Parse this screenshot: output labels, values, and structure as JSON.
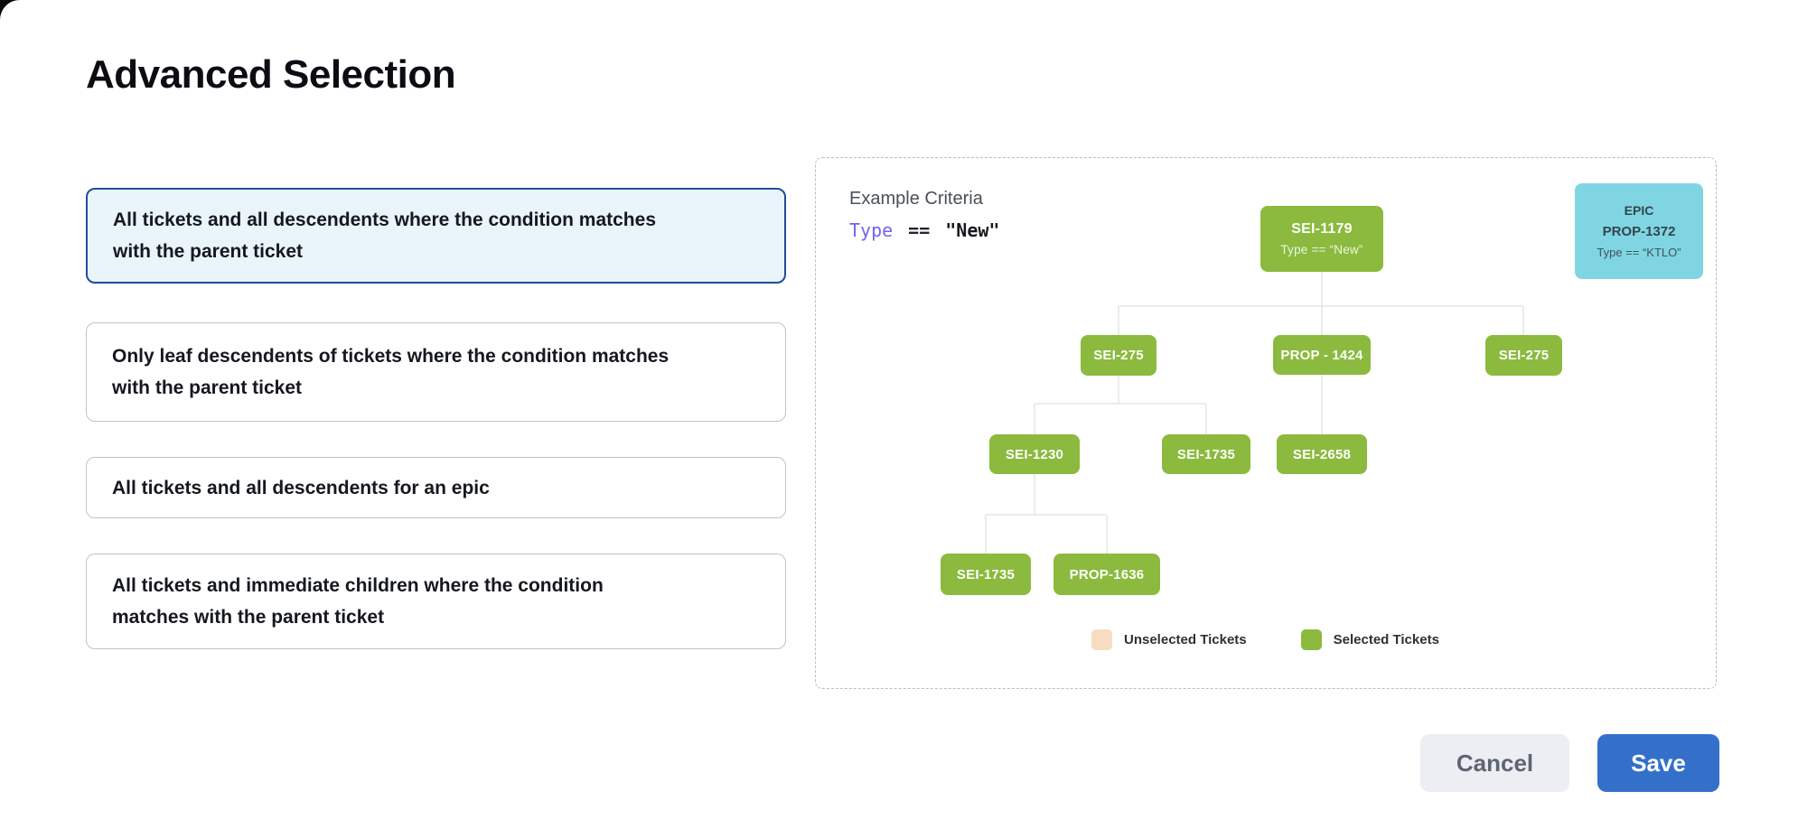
{
  "page": {
    "title": "Advanced Selection"
  },
  "options": [
    {
      "label": "All tickets and all descendents where the condition matches with the parent ticket",
      "selected": true
    },
    {
      "label": "Only leaf descendents of tickets where the condition matches with the parent ticket",
      "selected": false
    },
    {
      "label": "All tickets and all descendents for an epic",
      "selected": false
    },
    {
      "label": "All tickets and immediate children where the condition matches with the parent ticket",
      "selected": false
    }
  ],
  "example": {
    "heading": "Example Criteria",
    "criteria": {
      "field": "Type",
      "operator": "==",
      "value": "\"New\""
    },
    "epic": {
      "type_label": "EPIC",
      "id": "PROP-1372",
      "condition": "Type == “KTLO”"
    },
    "tree": {
      "root": {
        "id": "SEI-1179",
        "condition": "Type == “New”"
      },
      "level2": [
        "SEI-275",
        "PROP - 1424",
        "SEI-275"
      ],
      "level3": [
        "SEI-1230",
        "SEI-1735",
        "SEI-2658"
      ],
      "level4": [
        "SEI-1735",
        "PROP-1636"
      ]
    },
    "legend": [
      {
        "label": "Unselected Tickets",
        "color": "#f8dcc2"
      },
      {
        "label": "Selected Tickets",
        "color": "#8bba3e"
      }
    ]
  },
  "actions": {
    "cancel_label": "Cancel",
    "save_label": "Save"
  },
  "colors": {
    "selected_node_green": "#8bba3e",
    "unselected_ticket_peach": "#f8dcc2",
    "epic_cyan": "#7fd6e2",
    "save_blue": "#3470ca",
    "selected_card_border": "#1f4e9b",
    "selected_card_bg": "#eaf4fb",
    "criteria_field_purple": "#6e66f2",
    "connector_gray": "#e4e5e9"
  }
}
